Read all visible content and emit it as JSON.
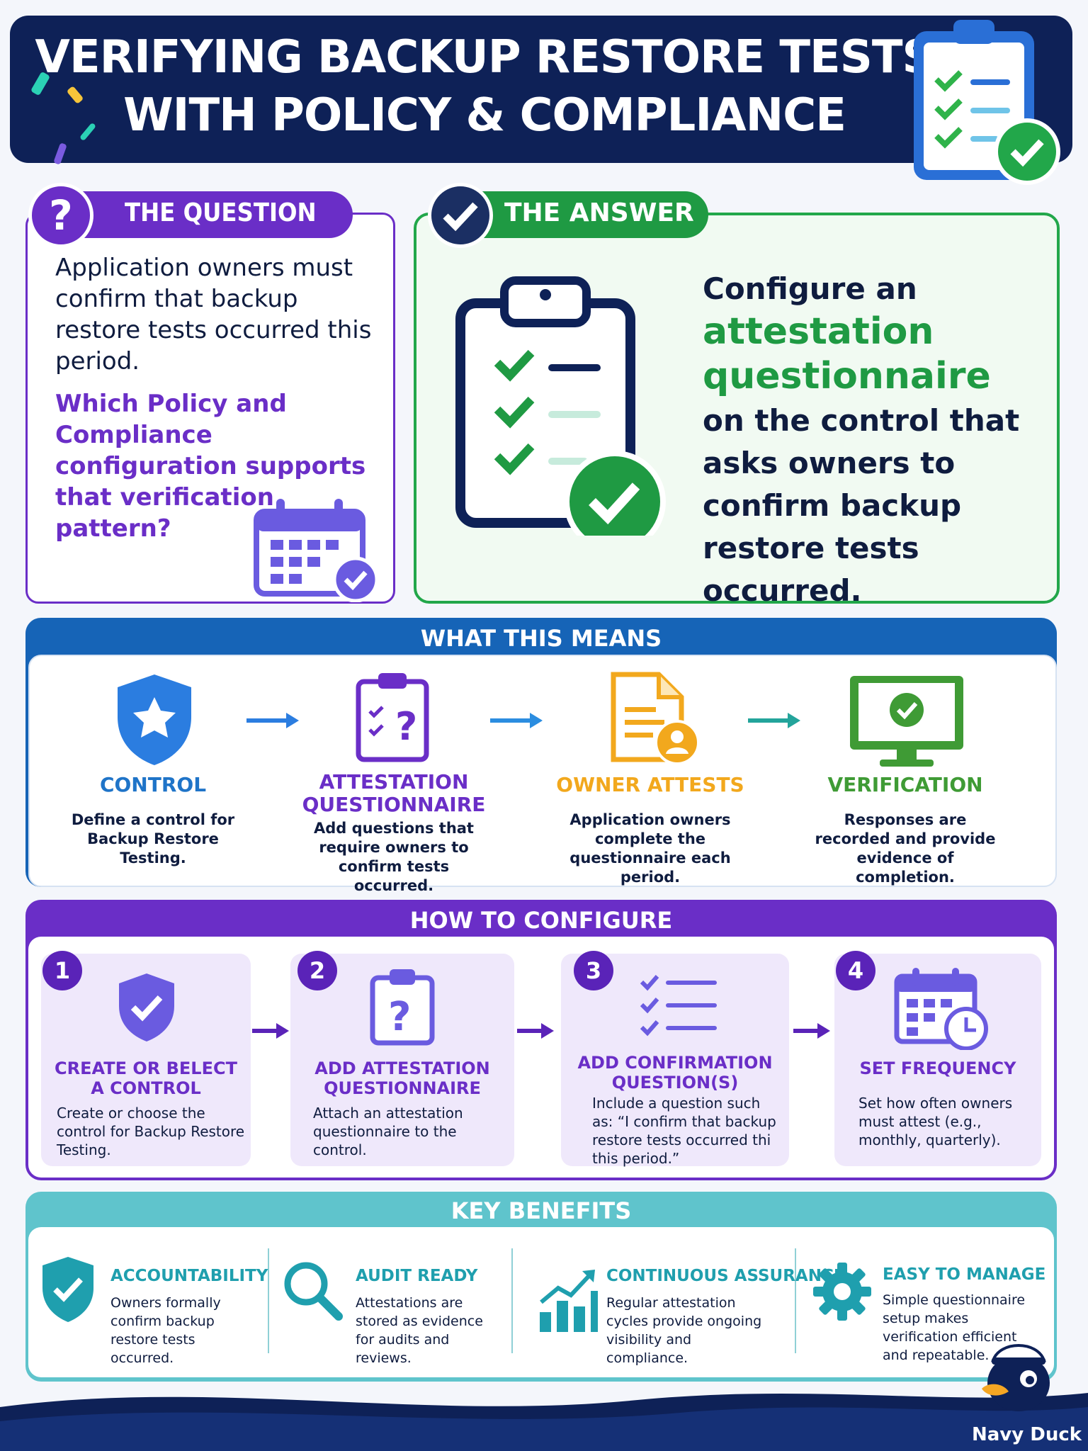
{
  "header": {
    "title_line1": "VERIFYING BACKUP RESTORE TESTS",
    "title_line2": "WITH POLICY & COMPLIANCE"
  },
  "question": {
    "badge": "?",
    "label": "THE QUESTION",
    "body": "Application owners must confirm that backup restore tests occurred this period.",
    "ask": "Which Policy and Compliance configuration supports that verification pattern?"
  },
  "answer": {
    "label": "THE ANSWER",
    "text_before": "Configure an",
    "highlight_1": "attestation",
    "highlight_2": "questionnaire",
    "text_after": "on the control that asks owners to confirm backup restore tests occurred."
  },
  "means": {
    "title": "WHAT THIS MEANS",
    "steps": [
      {
        "name": "CONTROL",
        "desc": "Define a control for Backup Restore Testing.",
        "color": "#1f74c8"
      },
      {
        "name": "ATTESTATION QUESTIONNAIRE",
        "desc": "Add questions that require owners to confirm tests occurred.",
        "color": "#6a2ec7"
      },
      {
        "name": "OWNER ATTESTS",
        "desc": "Application owners complete the questionnaire each period.",
        "color": "#f2a81d"
      },
      {
        "name": "VERIFICATION",
        "desc": "Responses are recorded and provide evidence of completion.",
        "color": "#3f9b35"
      }
    ]
  },
  "configure": {
    "title": "HOW TO CONFIGURE",
    "steps": [
      {
        "num": "1",
        "name": "CREATE OR BELECT A CONTROL",
        "desc": "Create or choose the control for Backup Restore Testing."
      },
      {
        "num": "2",
        "name": "ADD ATTESTATION QUESTIONNAIRE",
        "desc": "Attach an attestation questionnaire to the control."
      },
      {
        "num": "3",
        "name": "ADD CONFIRMATION QUESTION(S)",
        "desc": "Include a question such as: “I confirm that backup restore tests occurred thi    this period.”"
      },
      {
        "num": "4",
        "name": "SET FREQUENCY",
        "desc": "Set how often owners must attest (e.g., monthly, quarterly)."
      }
    ]
  },
  "benefits": {
    "title": "KEY BENEFITS",
    "items": [
      {
        "name": "ACCOUNTABILITY",
        "desc": "Owners formally confirm backup restore tests occurred."
      },
      {
        "name": "AUDIT READY",
        "desc": "Attestations are stored as evidence for audits and reviews."
      },
      {
        "name": "CONTINUOUS ASSURANCE",
        "desc": "Regular attestation cycles provide ongoing visibility and compliance."
      },
      {
        "name": "EASY TO MANAGE",
        "desc": "Simple questionnaire setup makes verification efficient and repeatable."
      }
    ]
  },
  "brand": {
    "name": "Navy Duck"
  }
}
